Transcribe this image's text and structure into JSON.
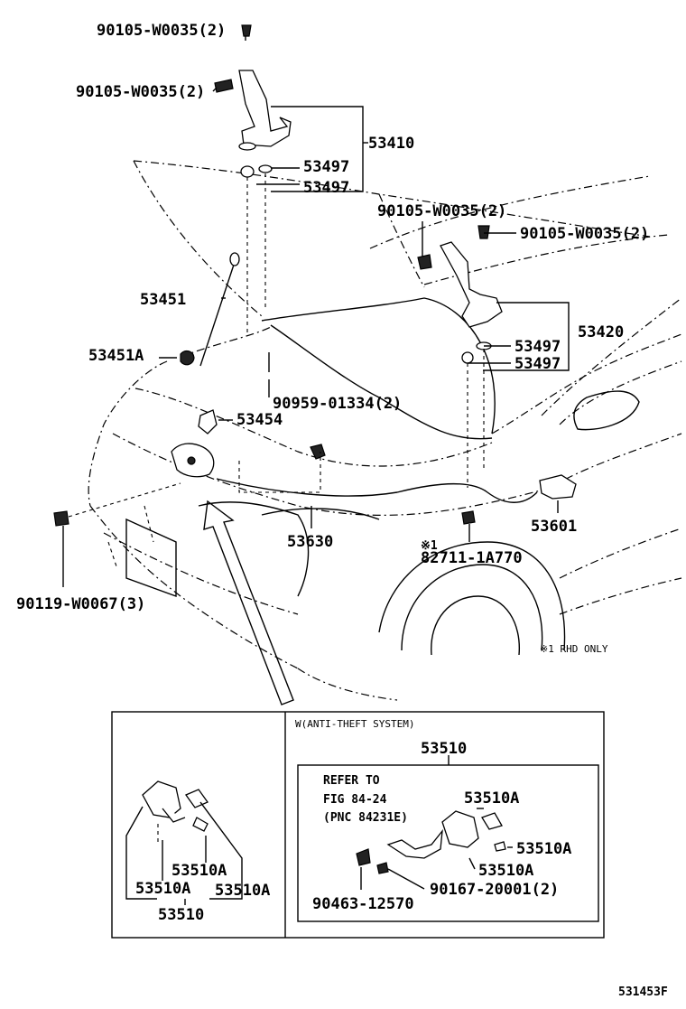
{
  "labels": {
    "bolt_top": "90105-W0035(2)",
    "bolt_left": "90105-W0035(2)",
    "hinge_lh": "53410",
    "washer_lh_1": "53497",
    "washer_lh_2": "53497",
    "bolt_rh_1": "90105-W0035(2)",
    "bolt_rh_2": "90105-W0035(2)",
    "support_rod": "53451",
    "hinge_rh": "53420",
    "washer_rh_1": "53497",
    "washer_rh_2": "53497",
    "rod_holder": "53451A",
    "clamp": "90959-01334(2)",
    "hook": "53454",
    "cable": "53630",
    "lever": "53601",
    "note_mark": "※1",
    "switch": "82711-1A770",
    "screw": "90119-W0067(3)",
    "rhd_note": "※1 RHD ONLY",
    "anti_theft": "W(ANTI-THEFT SYSTEM)",
    "lock_assy_r": "53510",
    "refer_1": "REFER TO",
    "refer_2": "FIG 84-24",
    "refer_3": "(PNC 84231E)",
    "lock_a_r1": "53510A",
    "lock_a_r2": "53510A",
    "lock_a_r3": "53510A",
    "grommet": "90463-12570",
    "screw_r": "90167-20001(2)",
    "lock_a_l1": "53510A",
    "lock_a_l2": "53510A",
    "lock_a_l3": "53510A",
    "lock_assy_l": "53510",
    "fig_no": "531453F"
  }
}
